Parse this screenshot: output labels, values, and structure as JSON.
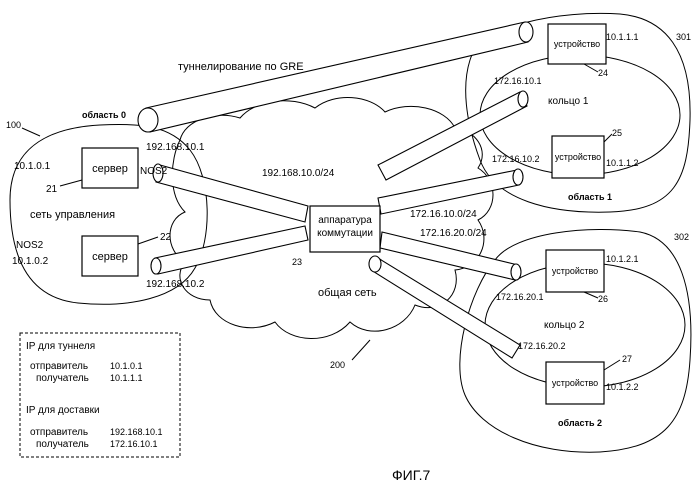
{
  "tunnel": {
    "label": "туннелирование по GRE"
  },
  "areas": {
    "area0": {
      "label": "область 0",
      "ref": "100"
    },
    "area1": {
      "label": "область 1",
      "ref": "301",
      "ring": "кольцо 1"
    },
    "area2": {
      "label": "область 2",
      "ref": "302",
      "ring": "кольцо 2"
    }
  },
  "management": {
    "label": "сеть управления"
  },
  "servers": [
    {
      "label": "сервер",
      "ref": "21",
      "ip": "10.1.0.1",
      "net_ip": "192.168.10.1",
      "nos": "NOS2"
    },
    {
      "label": "сервер",
      "ref": "22",
      "ip": "10.1.0.2",
      "net_ip": "192.168.10.2",
      "nos": "NOS2"
    }
  ],
  "switch": {
    "label_line1": "аппаратура",
    "label_line2": "коммутации",
    "ref": "23"
  },
  "public_network": {
    "label": "общая сеть",
    "ref": "200"
  },
  "subnets": {
    "mgmt": "192.168.10.0/24",
    "ring1": "172.16.10.0/24",
    "ring2": "172.16.20.0/24"
  },
  "devices": [
    {
      "label": "устройство",
      "ref": "24",
      "ip": "10.1.1.1",
      "ring_ip": "172.16.10.1"
    },
    {
      "label": "устройство",
      "ref": "25",
      "ip": "10.1.1.2",
      "ring_ip": "172.16.10.2"
    },
    {
      "label": "устройство",
      "ref": "26",
      "ip": "10.1.2.1",
      "ring_ip": "172.16.20.1"
    },
    {
      "label": "устройство",
      "ref": "27",
      "ip": "10.1.2.2",
      "ring_ip": "172.16.20.2"
    }
  ],
  "legend": {
    "tunnel_title": "IP для туннеля",
    "tunnel_sender_label": "отправитель",
    "tunnel_sender": "10.1.0.1",
    "tunnel_receiver_label": "получатель",
    "tunnel_receiver": "10.1.1.1",
    "delivery_title": "IP для доставки",
    "delivery_sender_label": "отправитель",
    "delivery_sender": "192.168.10.1",
    "delivery_receiver_label": "получатель",
    "delivery_receiver": "172.16.10.1"
  },
  "caption": "ФИГ.7"
}
